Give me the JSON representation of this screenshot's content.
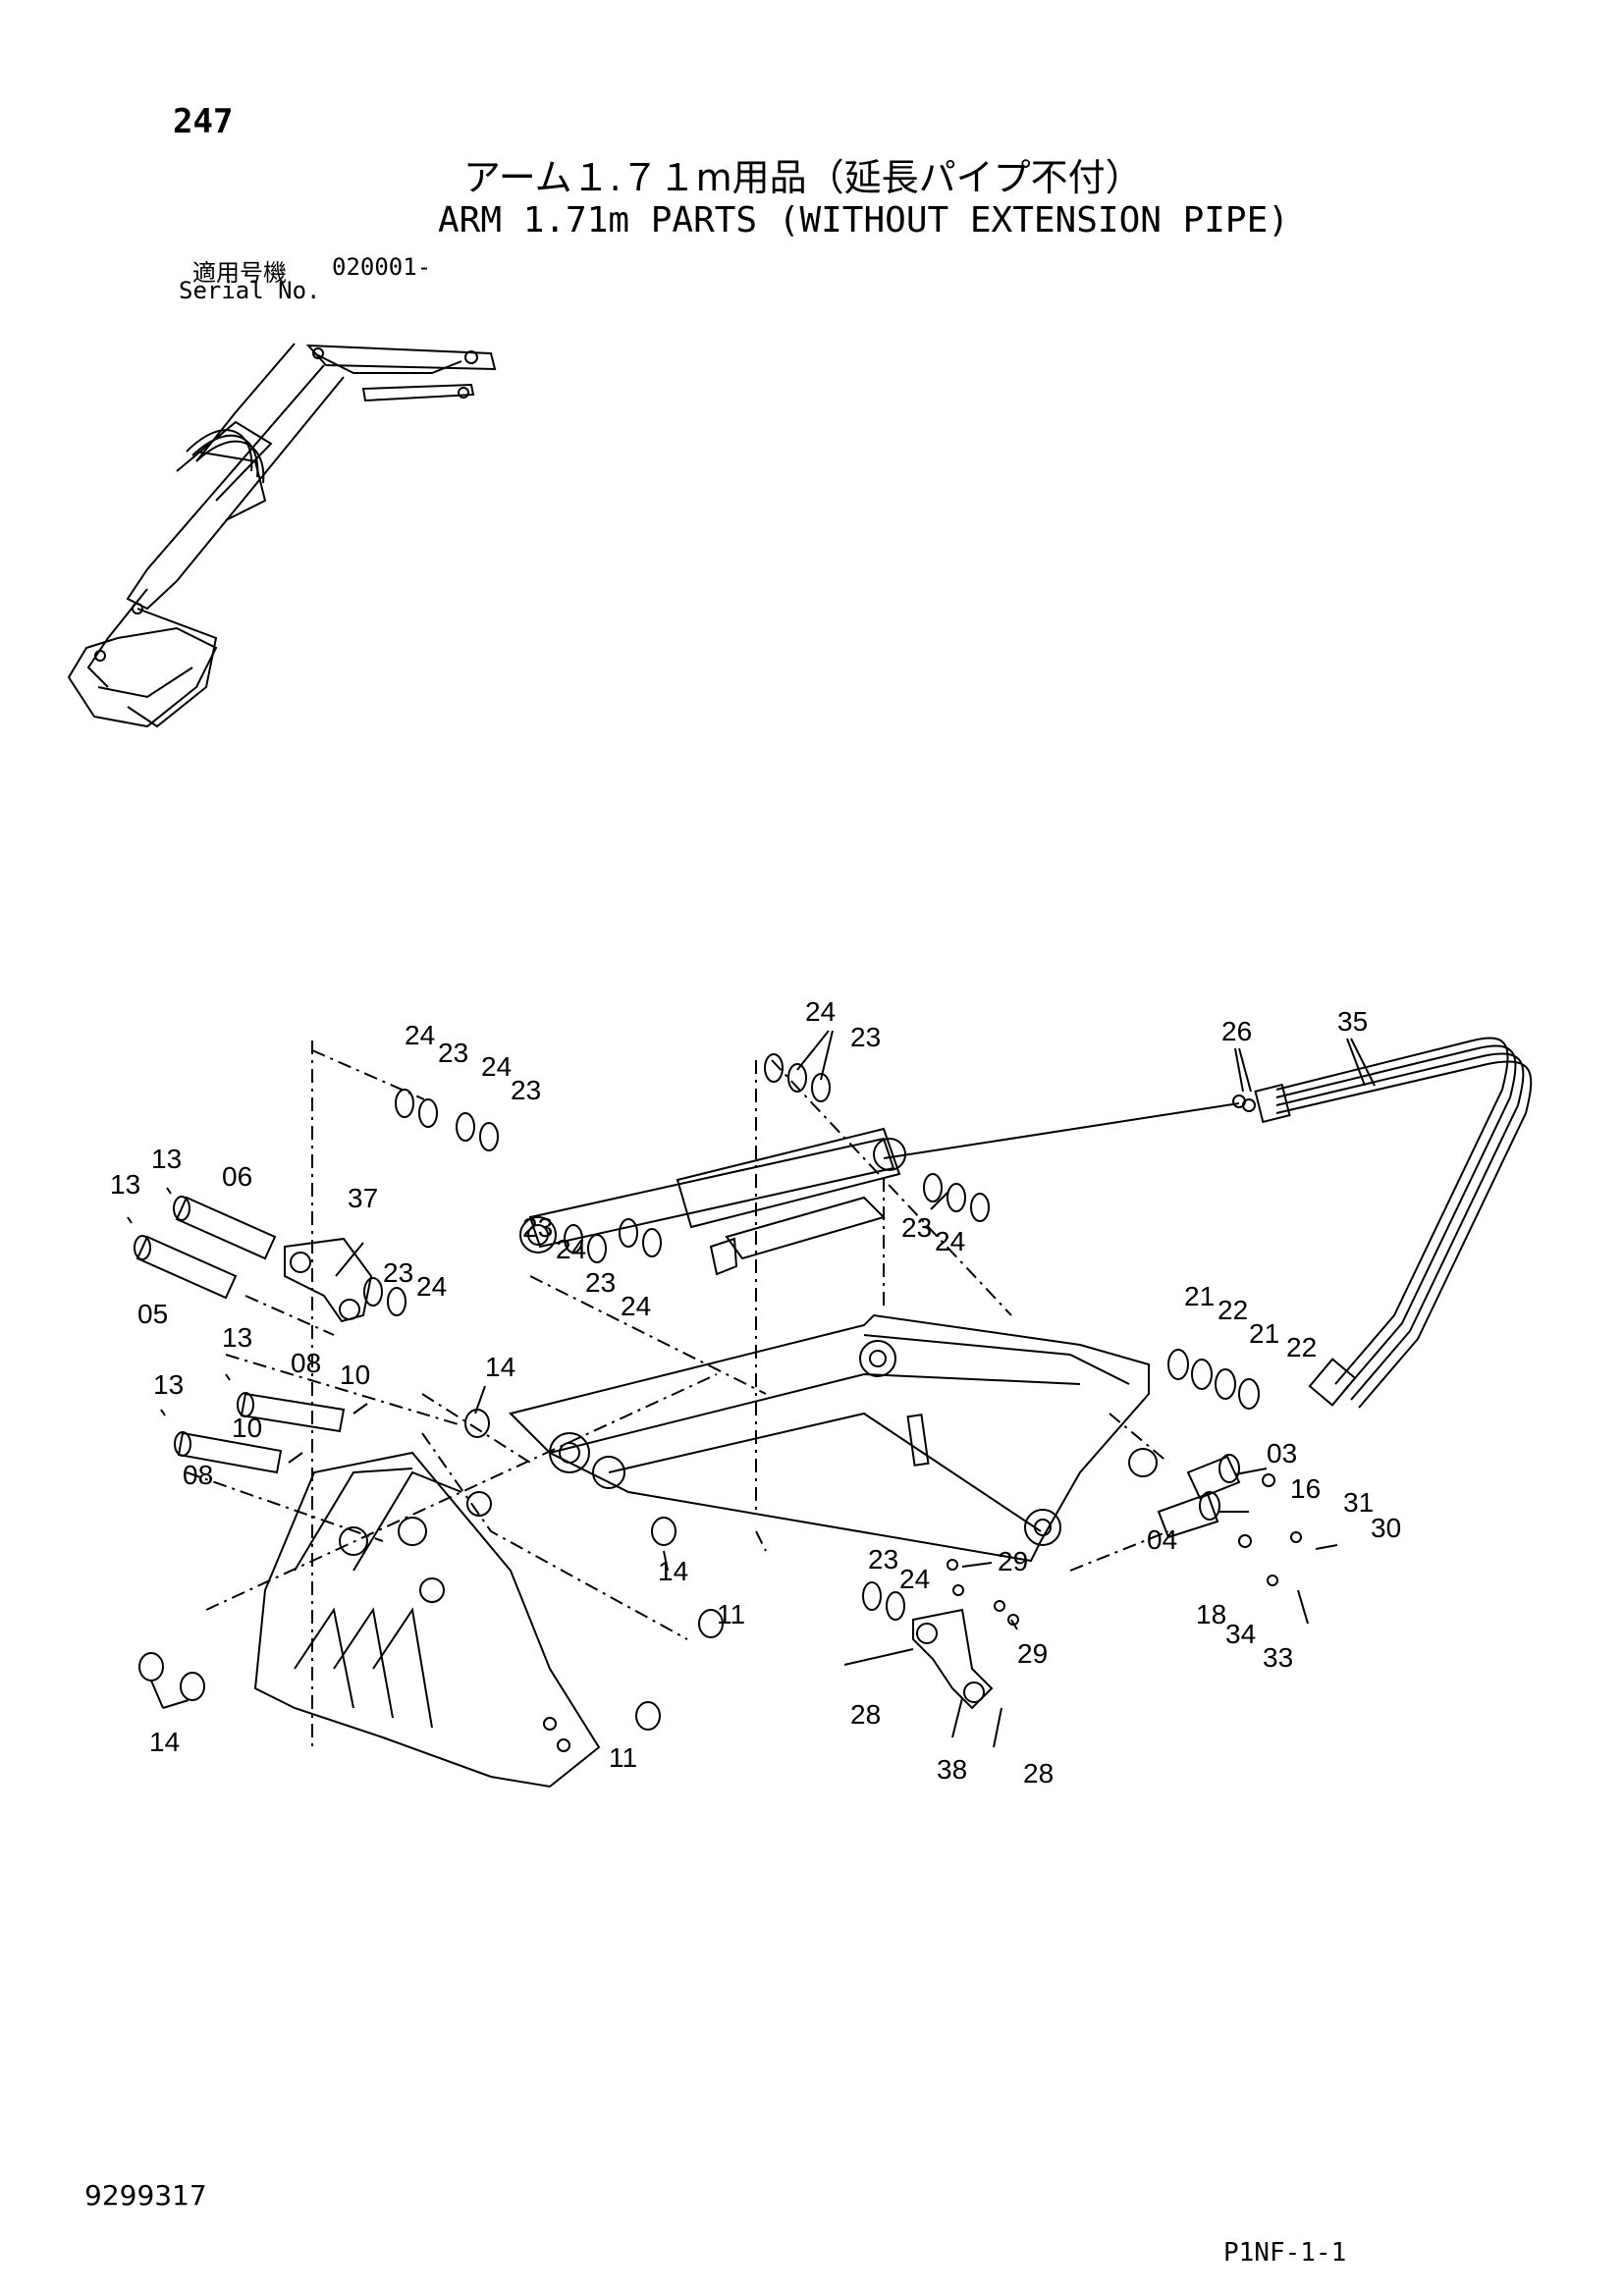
{
  "header": {
    "page_number": "247",
    "title_jp": "アーム１.７１m用品（延長パイプ不付）",
    "title_en": "ARM 1.71m PARTS (WITHOUT EXTENSION PIPE)",
    "serial_label_jp": "適用号機",
    "serial_value": "020001-",
    "serial_label_en": "Serial No."
  },
  "callouts": [
    "24",
    "23",
    "24",
    "23",
    "24",
    "23",
    "26",
    "35",
    "13",
    "06",
    "13",
    "37",
    "23",
    "24",
    "23",
    "24",
    "23",
    "24",
    "23",
    "24",
    "05",
    "13",
    "08",
    "10",
    "13",
    "10",
    "08",
    "14",
    "21",
    "22",
    "21",
    "22",
    "03",
    "16",
    "31",
    "30",
    "04",
    "23",
    "29",
    "24",
    "29",
    "18",
    "34",
    "33",
    "11",
    "14",
    "28",
    "14",
    "11",
    "38",
    "28"
  ],
  "footer": {
    "doc_number": "9299317",
    "page_code": "P1NF-1-1"
  },
  "colors": {
    "ink": "#000000",
    "paper": "#ffffff"
  }
}
